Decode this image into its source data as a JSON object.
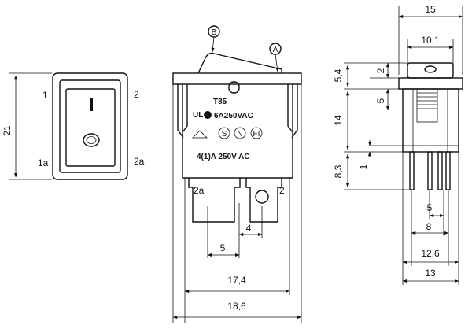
{
  "front_view": {
    "dim_height": "21",
    "terminal_1": "1",
    "terminal_2": "2",
    "terminal_1a": "1a",
    "terminal_2a": "2a",
    "symbol_on": "I",
    "symbol_off": "O"
  },
  "side_view": {
    "callout_b": "B",
    "callout_a": "A",
    "model": "T85",
    "rating_main": "6A250VAC",
    "rating_secondary": "4(1)A  250V  AC",
    "cert_ul": "UL",
    "cert_s": "S",
    "cert_n": "N",
    "cert_fi": "FI",
    "terminal_2a": "2a",
    "terminal_2": "2",
    "dim_4": "4",
    "dim_5": "5",
    "dim_17_4": "17,4",
    "dim_18_6": "18,6"
  },
  "end_view": {
    "dim_15": "15",
    "dim_10_1": "10,1",
    "dim_5_4": "5,4",
    "dim_2": "2",
    "dim_5": "5",
    "dim_14": "14",
    "dim_1": "1",
    "dim_8_3": "8,3",
    "dim_5_bottom": "5",
    "dim_8": "8",
    "dim_12_6": "12,6",
    "dim_13": "13"
  }
}
